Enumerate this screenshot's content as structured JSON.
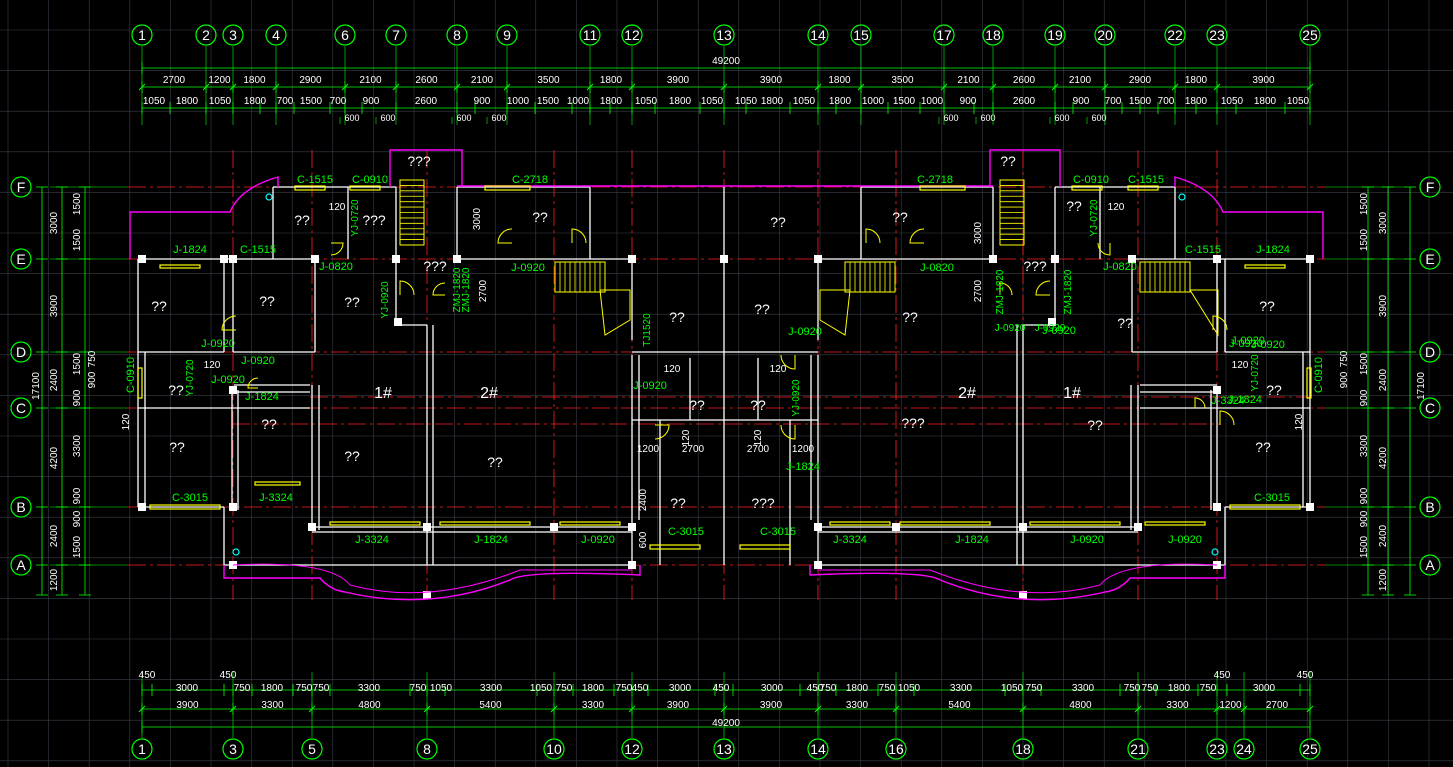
{
  "axes": {
    "top": [
      "1",
      "2",
      "3",
      "4",
      "6",
      "7",
      "8",
      "9",
      "11",
      "12",
      "13",
      "14",
      "15",
      "17",
      "18",
      "19",
      "20",
      "22",
      "23",
      "25"
    ],
    "bottom": [
      "1",
      "3",
      "5",
      "8",
      "10",
      "12",
      "13",
      "14",
      "16",
      "18",
      "21",
      "23",
      "24",
      "25"
    ],
    "rows": [
      "F",
      "E",
      "D",
      "C",
      "B",
      "A"
    ]
  },
  "dims": {
    "top_total": "49200",
    "top_row1": [
      "2700",
      "1200",
      "1800",
      "2900",
      "2100",
      "2600",
      "2100",
      "3500",
      "1800",
      "3900",
      "3900",
      "1800",
      "3500",
      "2100",
      "2600",
      "2100",
      "2900",
      "1800",
      "3900"
    ],
    "top_row2": [
      "1050",
      "1800",
      "1050",
      "1800",
      "700",
      "1500",
      "700",
      "900",
      "2600",
      "900",
      "1000",
      "1500",
      "1000",
      "1800",
      "1050",
      "1800",
      "1050",
      "1050",
      "1800",
      "1050",
      "1800",
      "1000",
      "1500",
      "1000",
      "900",
      "2600",
      "900",
      "700",
      "1500",
      "700",
      "1800",
      "1050",
      "1800",
      "1050"
    ],
    "top_row3": [
      "600",
      "600",
      "600",
      "600",
      "600",
      "600",
      "600",
      "600"
    ],
    "bottom_row1": [
      "450",
      "3000",
      "450",
      "750",
      "1800",
      "750",
      "750",
      "3300",
      "750",
      "1050",
      "3300",
      "1050",
      "750",
      "1800",
      "750",
      "450",
      "3000",
      "450",
      "3000",
      "450",
      "750",
      "1800",
      "750",
      "1050",
      "3300",
      "1050",
      "750",
      "3300",
      "750",
      "750",
      "1800",
      "750",
      "450",
      "3000",
      "450"
    ],
    "bottom_row2": [
      "3900",
      "3300",
      "4800",
      "5400",
      "3300",
      "3900",
      "3900",
      "3300",
      "5400",
      "4800",
      "3300",
      "1200",
      "2700"
    ],
    "bottom_total": "49200",
    "left_outer": [
      "3000",
      "3900",
      "2400",
      "4200",
      "2400",
      "1200"
    ],
    "left_inner": [
      "1500",
      "1500",
      "1500",
      "900",
      "3300",
      "900",
      "900",
      "1500"
    ],
    "left_total": "17100",
    "left_extra": [
      "900",
      "750"
    ],
    "right_outer": [
      "3000",
      "3900",
      "2400",
      "4200",
      "2400",
      "1200"
    ],
    "right_inner": [
      "1500",
      "1500",
      "1500",
      "900",
      "3300",
      "900",
      "900",
      "1500"
    ],
    "right_total": "17100",
    "right_extra": [
      "750",
      "900"
    ]
  },
  "labels": {
    "windows": [
      "C-1515",
      "C-0910",
      "C-2718",
      "C-2718",
      "C-0910",
      "C-1515",
      "C-3015",
      "C-3015",
      "C-3015",
      "C-3015",
      "C-0910",
      "C-0910"
    ],
    "doors": [
      "J-1824",
      "C-1515",
      "J-0820",
      "J-0920",
      "J-0920",
      "J-0920",
      "J-0920",
      "J-1824",
      "J-3324",
      "J-3324",
      "J-1824",
      "J-0920",
      "J-0920",
      "J-0920",
      "J-0820",
      "J-0820",
      "J-0920",
      "J-0920",
      "J-1824",
      "J-3324",
      "J-3324",
      "J-1824",
      "J-0920",
      "J-0920",
      "J-0920",
      "C-1515",
      "J-1824",
      "J-1824",
      "J-0920"
    ],
    "units": [
      "1#",
      "2#",
      "2#",
      "1#"
    ],
    "rooms": [
      "??",
      "???",
      "???",
      "??",
      "??",
      "??",
      "??",
      "??",
      "??",
      "??",
      "??",
      "??",
      "??",
      "??",
      "??",
      "??",
      "??",
      "??",
      "???",
      "???",
      "??",
      "??",
      "??",
      "??",
      "??",
      "??",
      "??",
      "??",
      "??",
      "???",
      "???",
      "?",
      "?"
    ],
    "small": [
      "120",
      "120",
      "120",
      "120",
      "120",
      "120",
      "120",
      "120",
      "120",
      "120",
      "1200",
      "2700",
      "2700",
      "1200",
      "3000",
      "2700",
      "3000",
      "2700",
      "2400",
      "600",
      "ZMJ-1820",
      "ZMJ-1820",
      "ZMJ-1820",
      "ZMJ-1820",
      "TJ1520",
      "YJ-0720",
      "YJ-0720",
      "YJ-0920",
      "YJ-0720",
      "YJ-0720",
      "J-0920",
      "J-0920",
      "YJ-0920"
    ]
  },
  "colors": {
    "background": "#000000",
    "grid": "#3a3f4a",
    "wall": "#ffffff",
    "axis_line": "#ff2020",
    "dimension": "#00ff00",
    "window": "#ffff00",
    "balcony": "#ff00ff",
    "room_text": "#ffffff",
    "axis_bubble": "#00ff00",
    "cyan": "#00ffff"
  }
}
